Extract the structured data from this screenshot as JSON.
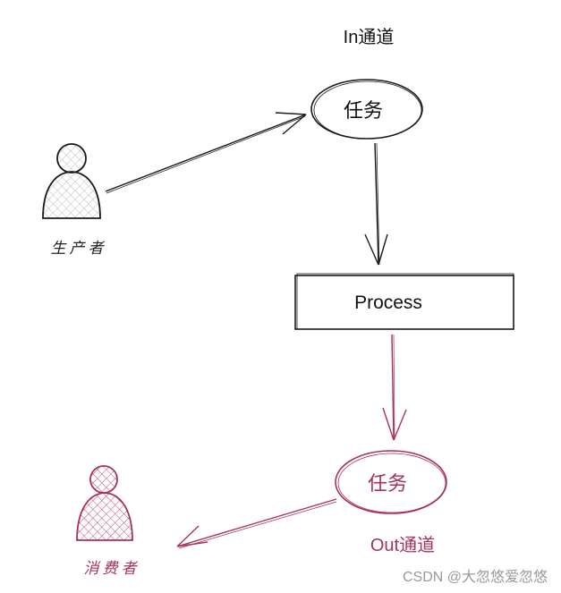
{
  "labels": {
    "in_channel": "In通道",
    "out_channel": "Out通道",
    "task_in": "任务",
    "task_out": "任务",
    "process": "Process",
    "producer": "生产者",
    "consumer": "消费者",
    "watermark": "CSDN @大忽悠爱忽悠"
  },
  "colors": {
    "ink": "#1a1a1a",
    "accent": "#a8325a",
    "hatch_gray": "#b9b9b9",
    "hatch_red": "#c0506f",
    "watermark": "#9a9a9a"
  },
  "icons": {
    "producer": "person-icon",
    "consumer": "person-icon"
  }
}
